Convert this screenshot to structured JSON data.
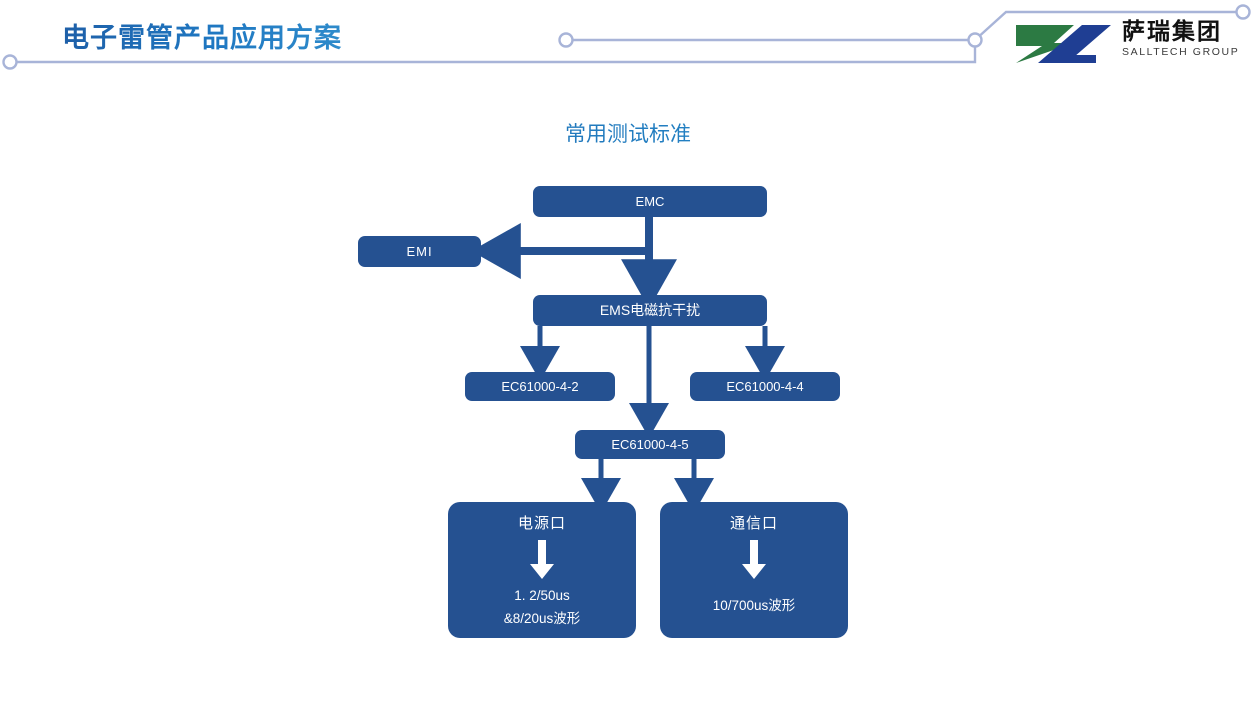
{
  "header": {
    "title": "电子雷管产品应用方案",
    "decoration_color": "#A8B4D8",
    "title_color": "#1A6FBA"
  },
  "logo": {
    "mark_name": "salltech-sz-logo",
    "mark_green": "#2C7A43",
    "mark_blue": "#1F3E93",
    "chinese_name": "萨瑞集团",
    "english_name": "SALLTECH GROUP"
  },
  "slide": {
    "title": "常用测试标准",
    "title_color": "#1F6CAE"
  },
  "flowchart": {
    "type": "diagram",
    "node_fill": "#255191",
    "node_text_color": "#FFFFFF",
    "arrow_color": "#255191",
    "nodes": [
      {
        "id": "emc",
        "label": "EMC"
      },
      {
        "id": "emi",
        "label": "EMI"
      },
      {
        "id": "ems",
        "label": "EMS电磁抗干扰"
      },
      {
        "id": "ec442",
        "label": "EC61000-4-2"
      },
      {
        "id": "ec444",
        "label": "EC61000-4-4"
      },
      {
        "id": "ec445",
        "label": "EC61000-4-5"
      },
      {
        "id": "power",
        "head": "电源口",
        "line1": "1. 2/50us",
        "line2": "&8/20us波形",
        "inner_arrow": "down-arrow-icon"
      },
      {
        "id": "comm",
        "head": "通信口",
        "line1": "10/700us波形",
        "inner_arrow": "down-arrow-icon"
      }
    ],
    "edges": [
      {
        "from": "emc",
        "to": "emi",
        "direction": "left"
      },
      {
        "from": "emc",
        "to": "ems",
        "direction": "down"
      },
      {
        "from": "ems",
        "to": "ec442",
        "direction": "down"
      },
      {
        "from": "ems",
        "to": "ec444",
        "direction": "down"
      },
      {
        "from": "ems",
        "to": "ec445",
        "direction": "down"
      },
      {
        "from": "ec445",
        "to": "power",
        "direction": "down"
      },
      {
        "from": "ec445",
        "to": "comm",
        "direction": "down"
      }
    ]
  }
}
